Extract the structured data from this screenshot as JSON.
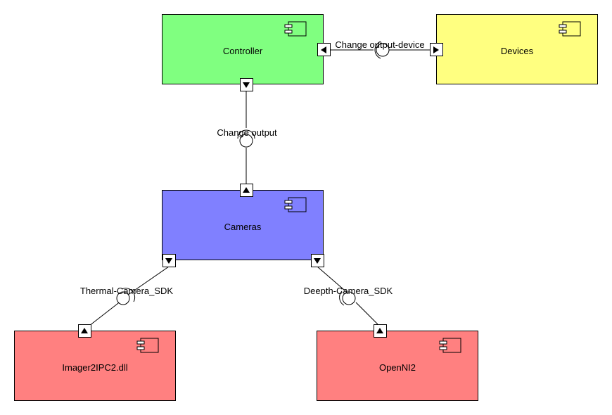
{
  "components": {
    "controller": {
      "name": "Controller",
      "color": "#80ff80"
    },
    "devices": {
      "name": "Devices",
      "color": "#ffff80"
    },
    "cameras": {
      "name": "Cameras",
      "color": "#8080ff"
    },
    "imager": {
      "name": "Imager2IPC2.dll",
      "color": "#ff8080"
    },
    "openni": {
      "name": "OpenNI2",
      "color": "#ff8080"
    }
  },
  "interfaces": {
    "change_output_device": "Change output-device",
    "change_output": "Change output",
    "thermal_sdk": "Thermal-Camera_SDK",
    "depth_sdk": "Deepth-Camera_SDK"
  },
  "icons": {
    "component": "uml-component-icon",
    "port_up": "port-arrow-up-icon",
    "port_down": "port-arrow-down-icon",
    "port_left": "port-arrow-left-icon",
    "port_right": "port-arrow-right-icon"
  }
}
